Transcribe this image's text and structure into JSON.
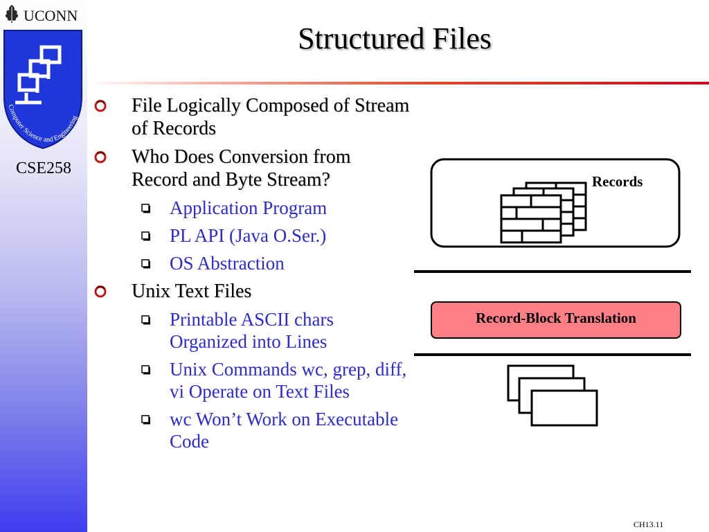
{
  "sidebar": {
    "university": "UCONN",
    "logo_text": "Computer Science and Engineering",
    "course": "CSE258"
  },
  "slide": {
    "title": "Structured Files",
    "bullets": [
      {
        "text": "File Logically Composed of Stream of Records",
        "subs": []
      },
      {
        "text": "Who Does Conversion from Record and Byte Stream?",
        "subs": [
          "Application Program",
          "PL API (Java O.Ser.)",
          "OS Abstraction"
        ]
      },
      {
        "text": "Unix Text Files",
        "subs": [
          "Printable ASCII chars Organized into Lines",
          "Unix Commands wc, grep, diff, vi Operate on Text Files",
          "wc Won’t Work on Executable Code"
        ]
      }
    ]
  },
  "diagram": {
    "records_label": "Records",
    "translation_label": "Record-Block Translation"
  },
  "footer": {
    "slide_number": "CH13.11"
  },
  "colors": {
    "sub_bullet_text": "#2b2bd6",
    "translation_box": "#ff7f86",
    "rule_end": "#c41020"
  }
}
